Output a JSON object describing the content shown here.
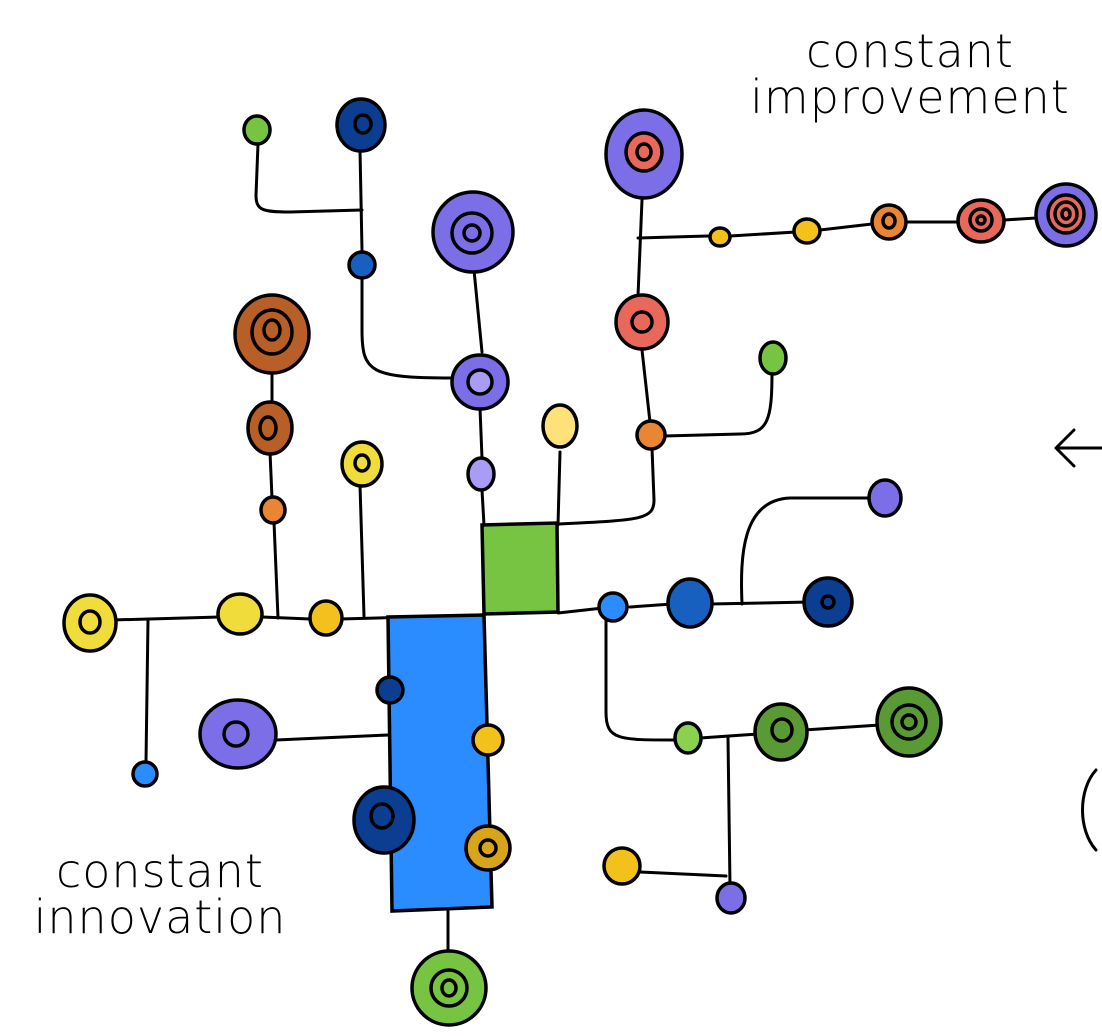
{
  "labels": {
    "improvement": [
      "constant",
      "improvement"
    ],
    "innovation": [
      "constant",
      "innovation"
    ]
  },
  "palette": {
    "blue_block": "#2b8cff",
    "green_block": "#76c442",
    "purple": "#7b6ee6",
    "light_purple": "#a89cf5",
    "navy": "#0b3d91",
    "royal_blue": "#1760c0",
    "sky_blue": "#2b8cff",
    "yellow": "#f0dc3a",
    "gold": "#f2c11c",
    "dark_gold": "#d8a51a",
    "pale_yellow": "#ffe17a",
    "orange": "#ea8533",
    "brown": "#b85e27",
    "coral": "#e8685c",
    "green": "#76c442",
    "lime": "#8bd14f",
    "dark_green": "#5a9a35"
  }
}
